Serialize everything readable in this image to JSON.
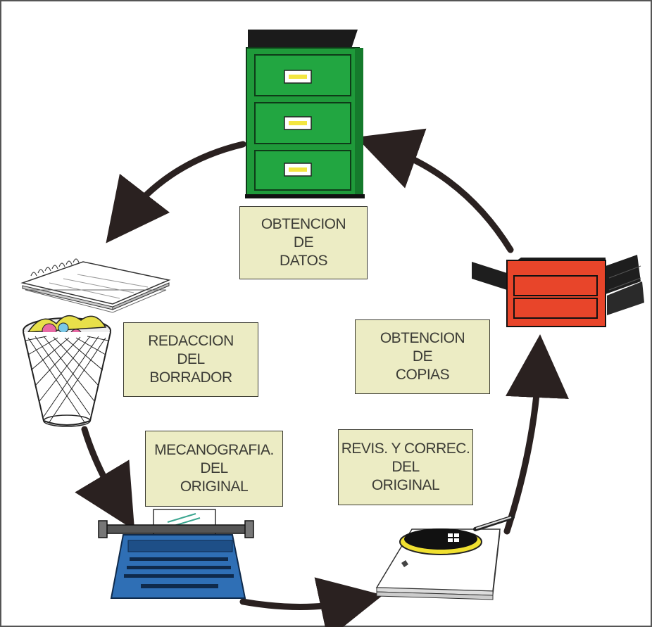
{
  "diagram": {
    "steps": [
      {
        "lines": [
          "OBTENCION",
          "DE",
          "DATOS"
        ]
      },
      {
        "lines": [
          "REDACCION",
          "DEL",
          "BORRADOR"
        ]
      },
      {
        "lines": [
          "MECANOGRAFIA.",
          "DEL",
          "ORIGINAL"
        ]
      },
      {
        "lines": [
          "REVIS. Y CORREC.",
          "DEL",
          "ORIGINAL"
        ]
      },
      {
        "lines": [
          "OBTENCION",
          "DE",
          "COPIAS"
        ]
      }
    ],
    "icons": [
      "filing-cabinet-icon",
      "notepad-icon",
      "wastebasket-icon",
      "typewriter-icon",
      "magnifier-document-icon",
      "copier-icon"
    ],
    "colors": {
      "label_fill": "#ececc4",
      "cabinet": "#1f9a3a",
      "copier": "#e8452a",
      "typewriter": "#2f6fb5",
      "arrows": "#2a2120"
    }
  }
}
